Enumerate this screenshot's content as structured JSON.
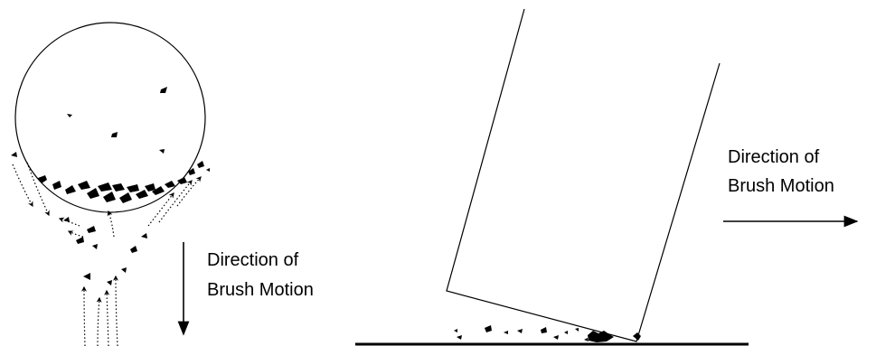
{
  "left_panel": {
    "direction_label_line1": "Direction of",
    "direction_label_line2": "Brush Motion"
  },
  "right_panel": {
    "direction_label_line1": "Direction of",
    "direction_label_line2": "Brush Motion"
  }
}
